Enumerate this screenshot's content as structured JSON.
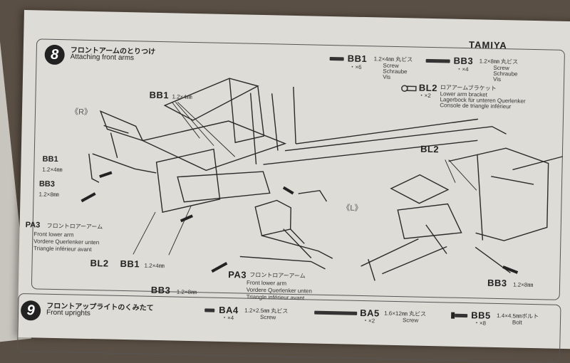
{
  "brand": "TAMIYA",
  "step8": {
    "number": "8",
    "title_jp": "フロントアームのとりつけ",
    "title_en": "Attaching front arms",
    "parts": [
      {
        "code": "BB1",
        "qty": "・×6",
        "spec": "1.2×4㎜ 丸ビス",
        "desc": [
          "Screw",
          "Schraube",
          "Vis"
        ]
      },
      {
        "code": "BB3",
        "qty": "・×4",
        "spec": "1.2×8㎜ 丸ビス",
        "desc": [
          "Screw",
          "Schraube",
          "Vis"
        ]
      },
      {
        "code": "BL2",
        "qty": "・×2",
        "spec": "ロアアームブラケット",
        "desc": [
          "Lower arm bracket",
          "Lagerbock für unteren Querlenker",
          "Console de triangle inférieur"
        ]
      }
    ],
    "callouts": {
      "bb1_top": {
        "code": "BB1",
        "dim": "1.2×4㎜"
      },
      "bb1_left": {
        "code": "BB1",
        "dim": "1.2×4㎜"
      },
      "bb3_left": {
        "code": "BB3",
        "dim": "1.2×8㎜"
      },
      "pa3_left": {
        "code": "PA3",
        "jp": "フロントロアーアーム",
        "lines": [
          "Front lower arm",
          "Vordere Querlenker unten",
          "Triangle inférieur avant"
        ]
      },
      "bl2_bottom": {
        "code": "BL2"
      },
      "bb1_bottom": {
        "code": "BB1",
        "dim": "1.2×4㎜"
      },
      "pa3_bottom": {
        "code": "PA3",
        "jp": "フロントロアーアーム",
        "lines": [
          "Front lower arm",
          "Vordere Querlenker unten",
          "Triangle inférieur avant"
        ]
      },
      "bb3_bottom": {
        "code": "BB3",
        "dim": "1.2×8㎜"
      },
      "bl2_right": {
        "code": "BL2"
      },
      "bb3_right": {
        "code": "BB3",
        "dim": "1.2×8㎜"
      },
      "side_r": "《R》",
      "side_l": "《L》"
    }
  },
  "step9": {
    "number": "9",
    "title_jp": "フロントアップライトのくみたて",
    "title_en": "Front uprights",
    "parts": [
      {
        "code": "BA4",
        "qty": "・×4",
        "spec": "1.2×2.5㎜ 丸ビス",
        "desc": "Screw"
      },
      {
        "code": "BA5",
        "qty": "・×2",
        "spec": "1.6×12㎜ 丸ビス",
        "desc": "Screw"
      },
      {
        "code": "BB5",
        "qty": "・×8",
        "spec": "1.4×4.5㎜ボルト",
        "desc": "Bolt"
      }
    ]
  }
}
